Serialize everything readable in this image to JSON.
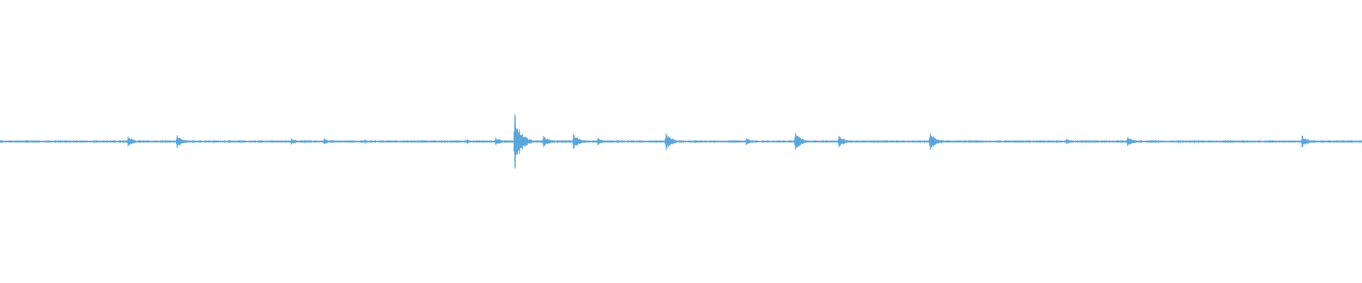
{
  "waveform": {
    "color": "#5aa6dc",
    "background": "#ffffff",
    "baseline_amplitude": 0.045,
    "noise_amplitude": 0.05,
    "max_amplitude": 1.0,
    "peaks": [
      {
        "t": 0.094,
        "amp": 0.18
      },
      {
        "t": 0.13,
        "amp": 0.23
      },
      {
        "t": 0.214,
        "amp": 0.12
      },
      {
        "t": 0.238,
        "amp": 0.1
      },
      {
        "t": 0.268,
        "amp": 0.07
      },
      {
        "t": 0.343,
        "amp": 0.08
      },
      {
        "t": 0.364,
        "amp": 0.14
      },
      {
        "t": 0.378,
        "amp": 1.0
      },
      {
        "t": 0.399,
        "amp": 0.21
      },
      {
        "t": 0.421,
        "amp": 0.28
      },
      {
        "t": 0.439,
        "amp": 0.13
      },
      {
        "t": 0.489,
        "amp": 0.31
      },
      {
        "t": 0.548,
        "amp": 0.13
      },
      {
        "t": 0.584,
        "amp": 0.31
      },
      {
        "t": 0.616,
        "amp": 0.21
      },
      {
        "t": 0.683,
        "amp": 0.31
      },
      {
        "t": 0.783,
        "amp": 0.09
      },
      {
        "t": 0.828,
        "amp": 0.17
      },
      {
        "t": 0.877,
        "amp": 0.06
      },
      {
        "t": 0.956,
        "amp": 0.22
      }
    ]
  }
}
